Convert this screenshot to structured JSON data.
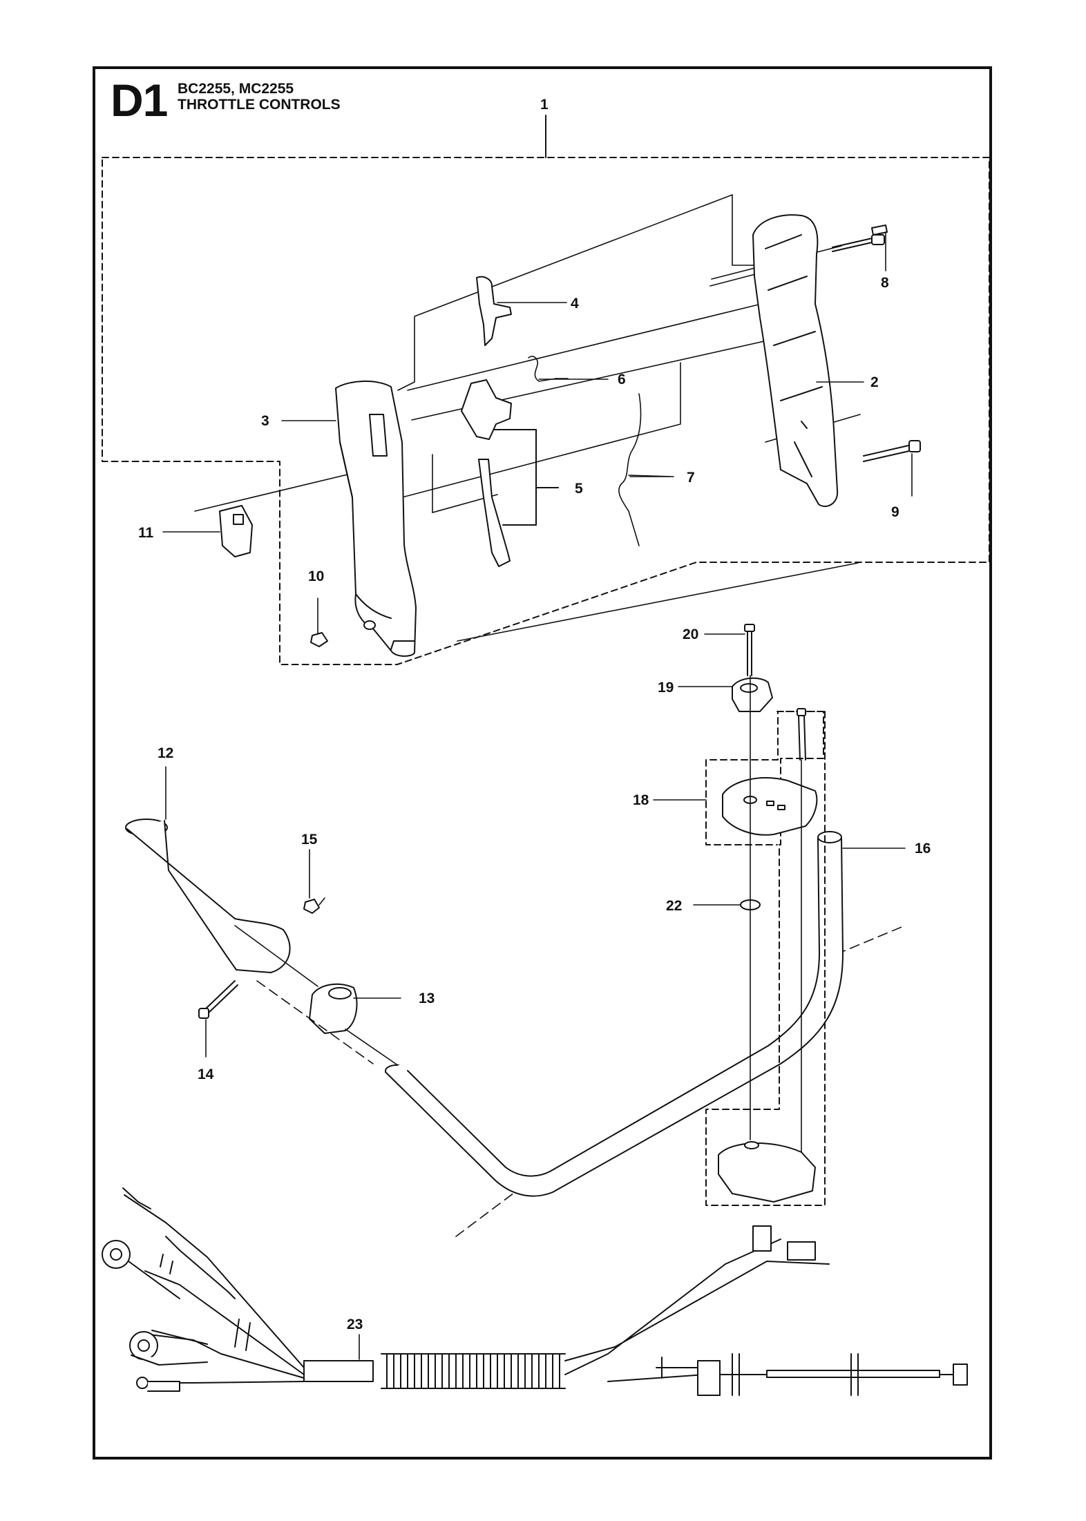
{
  "header": {
    "section_code": "D1",
    "models": "BC2255, MC2255",
    "title": "THROTTLE CONTROLS"
  },
  "callouts": [
    {
      "id": "c1",
      "label": "1"
    },
    {
      "id": "c2",
      "label": "2"
    },
    {
      "id": "c3",
      "label": "3"
    },
    {
      "id": "c4",
      "label": "4"
    },
    {
      "id": "c5",
      "label": "5"
    },
    {
      "id": "c6",
      "label": "6"
    },
    {
      "id": "c7",
      "label": "7"
    },
    {
      "id": "c8",
      "label": "8"
    },
    {
      "id": "c9",
      "label": "9"
    },
    {
      "id": "c10",
      "label": "10"
    },
    {
      "id": "c11",
      "label": "11"
    },
    {
      "id": "c12",
      "label": "12"
    },
    {
      "id": "c13",
      "label": "13"
    },
    {
      "id": "c14",
      "label": "14"
    },
    {
      "id": "c15",
      "label": "15"
    },
    {
      "id": "c16",
      "label": "16"
    },
    {
      "id": "c18",
      "label": "18"
    },
    {
      "id": "c19",
      "label": "19"
    },
    {
      "id": "c20",
      "label": "20"
    },
    {
      "id": "c22",
      "label": "22"
    },
    {
      "id": "c23",
      "label": "23"
    }
  ]
}
